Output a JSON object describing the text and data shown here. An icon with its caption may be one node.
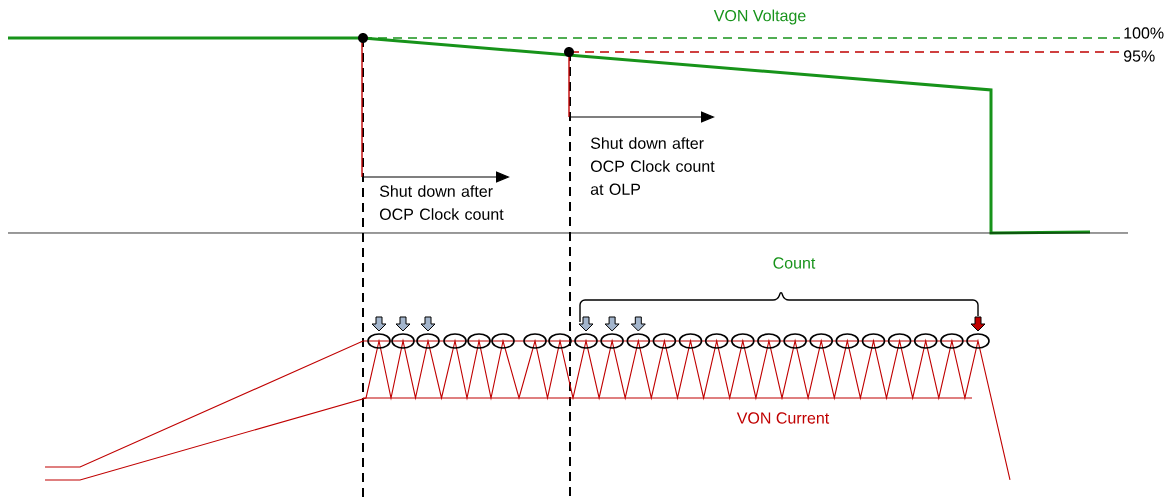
{
  "diagram": {
    "labels": [
      "VON Voltage",
      "100%",
      "95%",
      "Shut down after OCP Clock count at OLP",
      "Shut down after OCP Clock count",
      "Count",
      "VON Current"
    ]
  }
}
